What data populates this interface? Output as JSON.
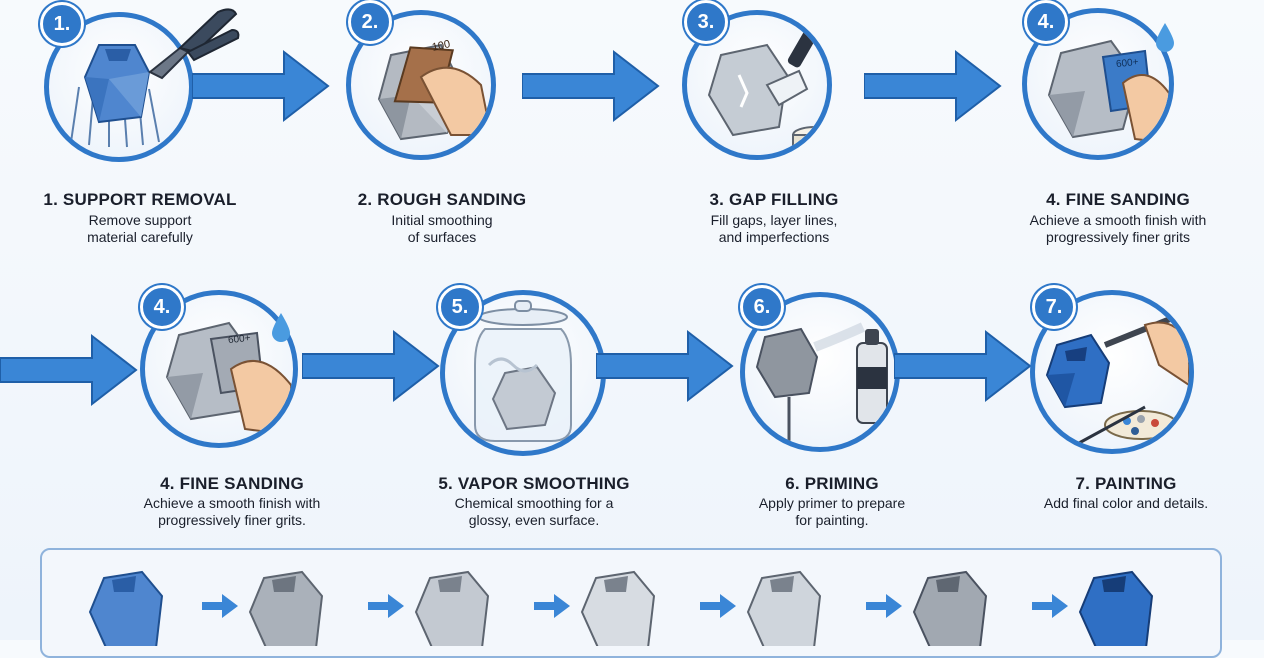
{
  "steps_row1": [
    {
      "badge": "1.",
      "title": "1. SUPPORT REMOVAL",
      "desc": "Remove support\nmaterial carefully",
      "icon": "pliers-icon"
    },
    {
      "badge": "2.",
      "title": "2. ROUGH SANDING",
      "desc": "Initial smoothing\nof surfaces",
      "icon": "sandpaper-icon"
    },
    {
      "badge": "3.",
      "title": "3. GAP FILLING",
      "desc": "Fill gaps, layer lines,\nand imperfections",
      "icon": "putty-knife-icon"
    },
    {
      "badge": "4.",
      "title": "4. FINE SANDING",
      "desc": "Achieve a smooth finish with\nprogressively finer grits",
      "icon": "fine-sandpaper-icon"
    }
  ],
  "steps_row2": [
    {
      "badge": "4.",
      "title": "4. FINE SANDING",
      "desc": "Achieve a smooth finish with\nprogressively finer grits.",
      "icon": "fine-sandpaper-icon"
    },
    {
      "badge": "5.",
      "title": "5. VAPOR SMOOTHING",
      "desc": "Chemical smoothing for a\nglossy, even surface.",
      "icon": "glass-jar-icon"
    },
    {
      "badge": "6.",
      "title": "6. PRIMING",
      "desc": "Apply primer to prepare\nfor painting.",
      "icon": "spray-can-icon"
    },
    {
      "badge": "7.",
      "title": "7. PAINTING",
      "desc": "Add final color and details.",
      "icon": "airbrush-icon"
    }
  ],
  "sandpaper_labels": {
    "rough": "100",
    "fine1": "600+",
    "fine2": "600+"
  },
  "colors": {
    "accent": "#2f78c9",
    "arrow": "#3a86d6",
    "model_blue": "#2f6fc4",
    "model_gray": "#a9b0b8"
  }
}
